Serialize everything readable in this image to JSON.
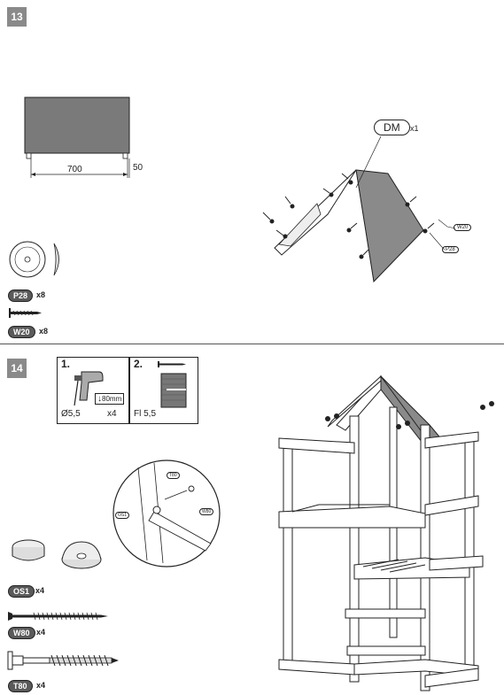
{
  "steps": [
    {
      "number": "13",
      "panel": {
        "width_label": "700",
        "thickness_label": "50"
      },
      "callouts": {
        "dm": "DM",
        "dm_qty": "x1",
        "w20": "W20",
        "p28": "P28"
      },
      "parts": [
        {
          "code": "P28",
          "qty": "x8"
        },
        {
          "code": "W20",
          "qty": "x8"
        }
      ]
    },
    {
      "number": "14",
      "instructions": [
        {
          "step": "1.",
          "diameter": "Ø5,5",
          "depth": "80mm",
          "qty": "x4"
        },
        {
          "step": "2.",
          "label": "Fl 5,5"
        }
      ],
      "detail": {
        "t80": "T80",
        "os1": "OS1",
        "w80": "W80"
      },
      "parts": [
        {
          "code": "OS1",
          "qty": "x4"
        },
        {
          "code": "W80",
          "qty": "x4"
        },
        {
          "code": "T80",
          "qty": "x4"
        }
      ]
    }
  ]
}
